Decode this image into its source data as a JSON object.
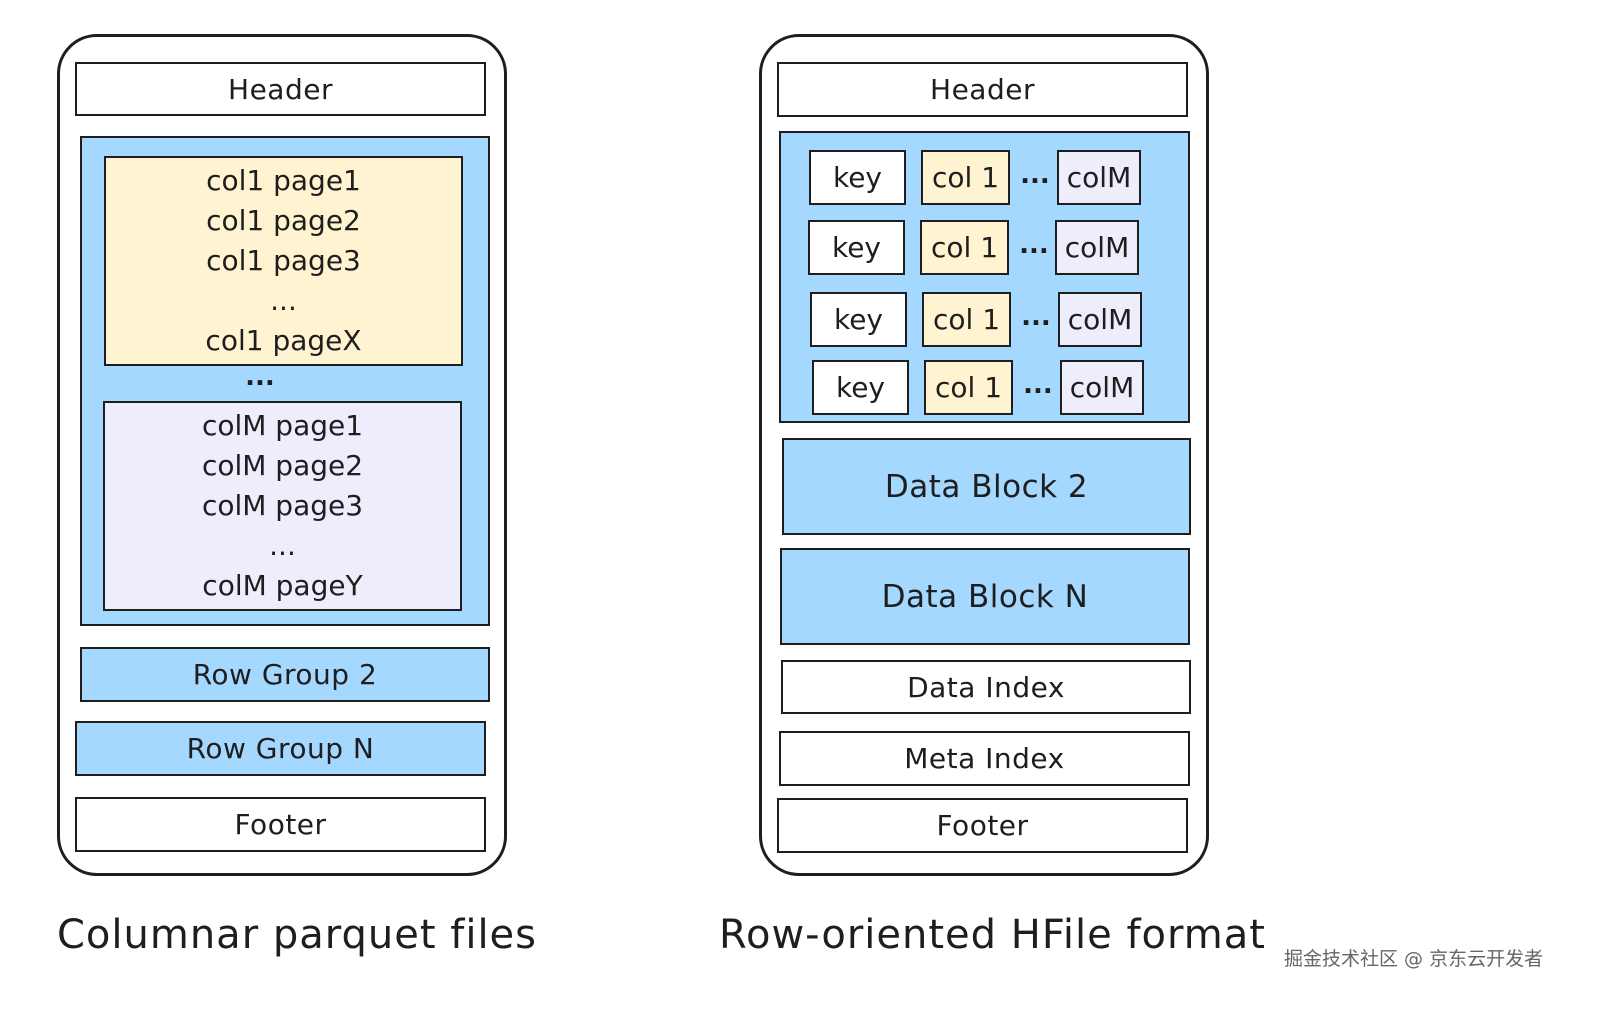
{
  "parquet": {
    "header": "Header",
    "column_chunk_1": [
      "col1 page1",
      "col1 page2",
      "col1 page3",
      "...",
      "col1 pageX"
    ],
    "between_chunks": "...",
    "column_chunk_m": [
      "colM page1",
      "colM page2",
      "colM page3",
      "...",
      "colM pageY"
    ],
    "row_group_2": "Row Group 2",
    "row_group_n": "Row Group N",
    "footer": "Footer",
    "caption": "Columnar parquet files"
  },
  "hfile": {
    "header": "Header",
    "rows": [
      {
        "key": "key",
        "col1": "col 1",
        "ellipsis": "...",
        "colm": "colM"
      },
      {
        "key": "key",
        "col1": "col 1",
        "ellipsis": "...",
        "colm": "colM"
      },
      {
        "key": "key",
        "col1": "col 1",
        "ellipsis": "...",
        "colm": "colM"
      },
      {
        "key": "key",
        "col1": "col 1",
        "ellipsis": "...",
        "colm": "colM"
      }
    ],
    "data_block_2": "Data Block 2",
    "data_block_n": "Data Block N",
    "data_index": "Data Index",
    "meta_index": "Meta Index",
    "footer": "Footer",
    "caption": "Row-oriented HFile format"
  },
  "watermark": "掘金技术社区 @ 京东云开发者",
  "colors": {
    "stroke": "#1e1e1e",
    "blue": "#a5d8ff",
    "yellow": "#fff3d2",
    "lavender": "#eeedfb"
  }
}
